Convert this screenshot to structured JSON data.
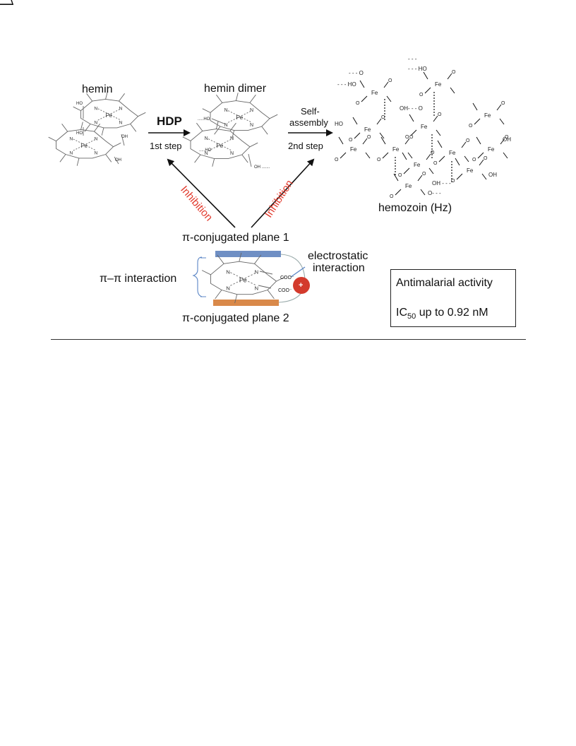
{
  "labels": {
    "hemin": "hemin",
    "hemin_dimer": "hemin dimer",
    "hemozoin": "hemozoin (Hz)",
    "hdp": "HDP",
    "step1": "1st step",
    "self": "Self-",
    "assembly": "assembly",
    "step2": "2nd step",
    "inhibition_left": "Inhibition",
    "inhibition_right": "Inhibition",
    "plane1": "π-conjugated plane 1",
    "plane2": "π-conjugated plane 2",
    "pi_pi": "π–π interaction",
    "electrostatic": "electrostatic",
    "interaction": "interaction",
    "coo1": "COO⁻",
    "coo2": "COO⁻",
    "plus": "+"
  },
  "activity": {
    "title": "Antimalarial activity",
    "ic_prefix": "IC",
    "ic_sub": "50",
    "ic_text": " up to 0.92 nM"
  },
  "molecule": {
    "fe": "Fe",
    "n": "N",
    "ho": "HO",
    "oh": "OH",
    "o": "O"
  },
  "colors": {
    "inhibition": "#e23b2e",
    "plane1": "#6f8fc4",
    "plane2": "#d9894a",
    "cation": "#d33a2c",
    "bracket": "#5b86c6",
    "arrow": "#111111"
  }
}
